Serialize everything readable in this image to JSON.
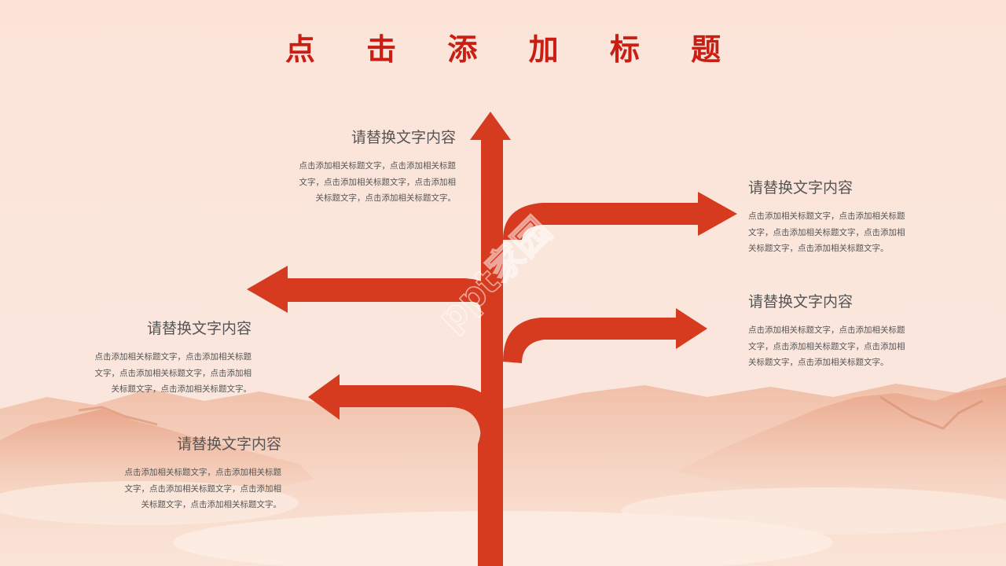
{
  "title": "点 击 添 加 标 题",
  "colors": {
    "accent": "#d63a1f",
    "title": "#c81e14",
    "text": "#555555"
  },
  "watermark": "ppt家园",
  "blocks": [
    {
      "heading": "请替换文字内容",
      "lines": [
        "点击添加相关标题文字，点击添加相关标题",
        "文字，点击添加相关标题文字，点击添加相",
        "关标题文字，点击添加相关标题文字。"
      ]
    },
    {
      "heading": "请替换文字内容",
      "lines": [
        "点击添加相关标题文字，点击添加相关标题",
        "文字，点击添加相关标题文字，点击添加相",
        "关标题文字，点击添加相关标题文字。"
      ]
    },
    {
      "heading": "请替换文字内容",
      "lines": [
        "点击添加相关标题文字，点击添加相关标题",
        "文字，点击添加相关标题文字，点击添加相",
        "关标题文字，点击添加相关标题文字。"
      ]
    },
    {
      "heading": "请替换文字内容",
      "lines": [
        "点击添加相关标题文字，点击添加相关标题",
        "文字，点击添加相关标题文字，点击添加相",
        "关标题文字，点击添加相关标题文字。"
      ]
    },
    {
      "heading": "请替换文字内容",
      "lines": [
        "点击添加相关标题文字，点击添加相关标题",
        "文字，点击添加相关标题文字，点击添加相",
        "关标题文字，点击添加相关标题文字。"
      ]
    }
  ]
}
